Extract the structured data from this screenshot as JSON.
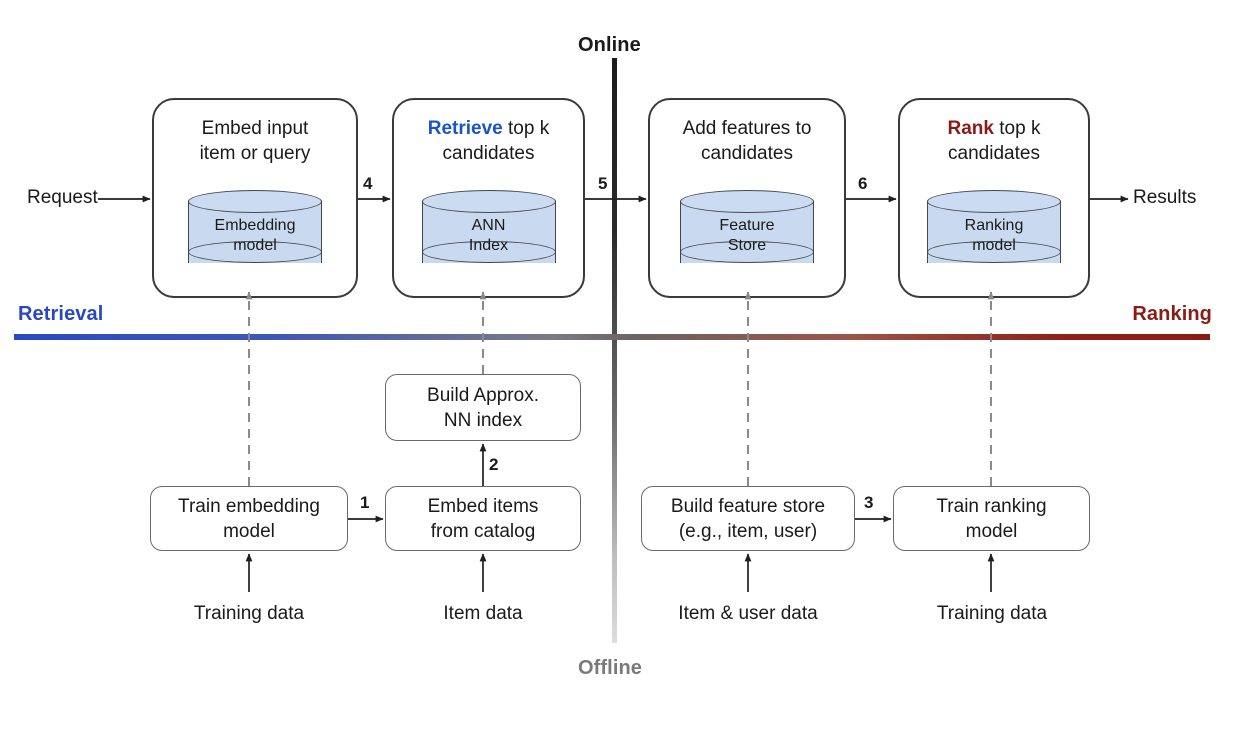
{
  "diagram": {
    "axes": {
      "online_label": "Online",
      "offline_label": "Offline",
      "retrieval_label": "Retrieval",
      "ranking_label": "Ranking",
      "retrieval_color": "#2949c4",
      "ranking_color": "#8a1c15",
      "offline_color": "#7a7a7a"
    },
    "io": {
      "request_label": "Request",
      "results_label": "Results"
    },
    "online_stages": [
      {
        "title_prefix": "",
        "title_keyword": "",
        "title_plain": "Embed input",
        "title_line2": "item or query",
        "store_line1": "Embedding",
        "store_line2": "model"
      },
      {
        "title_keyword": "Retrieve",
        "title_plain": " top k",
        "title_line2": "candidates",
        "store_line1": "ANN",
        "store_line2": "Index"
      },
      {
        "title_plain": "Add features to",
        "title_line2": "candidates",
        "store_line1": "Feature",
        "store_line2": "Store"
      },
      {
        "title_keyword": "Rank",
        "title_plain": " top k",
        "title_line2": "candidates",
        "store_line1": "Ranking",
        "store_line2": "model"
      }
    ],
    "offline_stages": [
      {
        "line1": "Build Approx.",
        "line2": "NN index"
      },
      {
        "line1": "Train embedding",
        "line2": "model"
      },
      {
        "line1": "Embed items",
        "line2": "from catalog"
      },
      {
        "line1": "Build feature store",
        "line2": "(e.g., item, user)"
      },
      {
        "line1": "Train ranking",
        "line2": "model"
      }
    ],
    "data_sources": [
      {
        "label": "Training data"
      },
      {
        "label": "Item data"
      },
      {
        "label": "Item & user data"
      },
      {
        "label": "Training data"
      }
    ],
    "step_numbers": {
      "s1": "1",
      "s2": "2",
      "s3": "3",
      "s4": "4",
      "s5": "5",
      "s6": "6"
    }
  }
}
